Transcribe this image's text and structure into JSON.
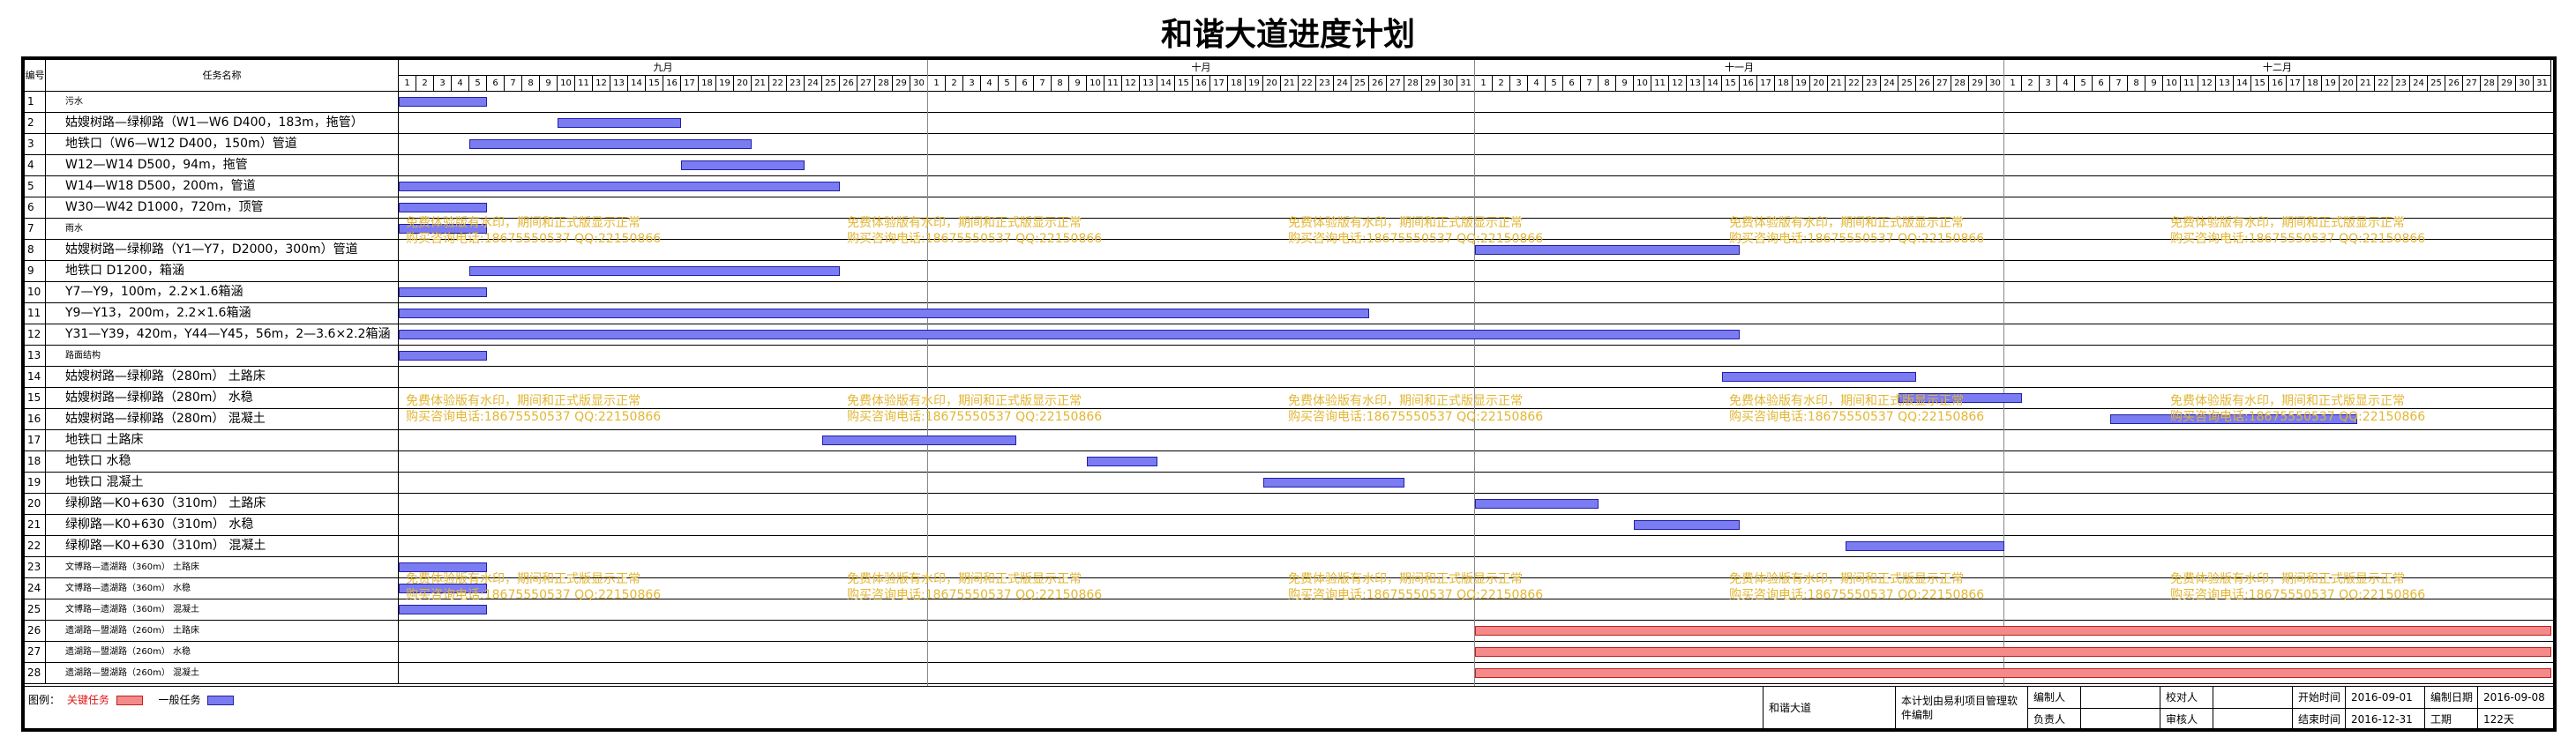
{
  "title": "和谐大道进度计划",
  "headers": {
    "num": "编号",
    "name": "任务名称"
  },
  "months": [
    {
      "label": "九月",
      "days": 30
    },
    {
      "label": "十月",
      "days": 31
    },
    {
      "label": "十一月",
      "days": 30
    },
    {
      "label": "十二月",
      "days": 31
    }
  ],
  "tasks": [
    {
      "num": "1",
      "name": "污水",
      "small": true,
      "bars": [
        [
          1,
          5,
          "normal"
        ]
      ]
    },
    {
      "num": "2",
      "name": "姑嫂树路—绿柳路（W1—W6 D400，183m，拖管）",
      "bars": [
        [
          10,
          16,
          "normal"
        ]
      ]
    },
    {
      "num": "3",
      "name": "地铁口（W6—W12 D400，150m）管道",
      "bars": [
        [
          5,
          20,
          "normal"
        ]
      ]
    },
    {
      "num": "4",
      "name": "W12—W14 D500，94m，拖管",
      "bars": [
        [
          17,
          23,
          "normal"
        ]
      ]
    },
    {
      "num": "5",
      "name": "W14—W18 D500，200m，管道",
      "bars": [
        [
          1,
          25,
          "normal"
        ]
      ]
    },
    {
      "num": "6",
      "name": "W30—W42 D1000，720m，顶管",
      "bars": [
        [
          1,
          5,
          "normal"
        ]
      ]
    },
    {
      "num": "7",
      "name": "雨水",
      "small": true,
      "bars": [
        [
          1,
          5,
          "normal"
        ]
      ]
    },
    {
      "num": "8",
      "name": "姑嫂树路—绿柳路（Y1—Y7，D2000，300m）管道",
      "bars": [
        [
          62,
          76,
          "normal"
        ]
      ]
    },
    {
      "num": "9",
      "name": "地铁口 D1200，箱涵",
      "bars": [
        [
          5,
          25,
          "normal"
        ]
      ]
    },
    {
      "num": "10",
      "name": "Y7—Y9，100m，2.2×1.6箱涵",
      "bars": [
        [
          1,
          5,
          "normal"
        ]
      ]
    },
    {
      "num": "11",
      "name": "Y9—Y13，200m，2.2×1.6箱涵",
      "bars": [
        [
          1,
          55,
          "normal"
        ]
      ]
    },
    {
      "num": "12",
      "name": "Y31—Y39，420m，Y44—Y45，56m，2—3.6×2.2箱涵",
      "bars": [
        [
          1,
          76,
          "normal"
        ]
      ]
    },
    {
      "num": "13",
      "name": "路面结构",
      "small": true,
      "bars": [
        [
          1,
          5,
          "normal"
        ]
      ]
    },
    {
      "num": "14",
      "name": "姑嫂树路—绿柳路（280m） 土路床",
      "bars": [
        [
          76,
          86,
          "normal"
        ]
      ]
    },
    {
      "num": "15",
      "name": "姑嫂树路—绿柳路（280m） 水稳",
      "bars": [
        [
          86,
          92,
          "normal"
        ]
      ]
    },
    {
      "num": "16",
      "name": "姑嫂树路—绿柳路（280m） 混凝土",
      "bars": [
        [
          98,
          111,
          "normal"
        ]
      ]
    },
    {
      "num": "17",
      "name": "地铁口 土路床",
      "bars": [
        [
          25,
          35,
          "normal"
        ]
      ]
    },
    {
      "num": "18",
      "name": "地铁口 水稳",
      "bars": [
        [
          40,
          43,
          "normal"
        ]
      ]
    },
    {
      "num": "19",
      "name": "地铁口 混凝土",
      "bars": [
        [
          50,
          57,
          "normal"
        ]
      ]
    },
    {
      "num": "20",
      "name": "绿柳路—K0+630（310m） 土路床",
      "bars": [
        [
          62,
          68,
          "normal"
        ]
      ]
    },
    {
      "num": "21",
      "name": "绿柳路—K0+630（310m） 水稳",
      "bars": [
        [
          71,
          76,
          "normal"
        ]
      ]
    },
    {
      "num": "22",
      "name": "绿柳路—K0+630（310m） 混凝土",
      "bars": [
        [
          83,
          91,
          "normal"
        ]
      ]
    },
    {
      "num": "23",
      "name": "文博路—遗湖路（360m） 土路床",
      "small": true,
      "bars": [
        [
          1,
          5,
          "normal"
        ]
      ]
    },
    {
      "num": "24",
      "name": "文博路—遗湖路（360m） 水稳",
      "small": true,
      "bars": [
        [
          1,
          5,
          "normal"
        ]
      ]
    },
    {
      "num": "25",
      "name": "文博路—遗湖路（360m） 混凝土",
      "small": true,
      "bars": [
        [
          1,
          5,
          "normal"
        ]
      ]
    },
    {
      "num": "26",
      "name": "遗湖路—盟湖路（260m） 土路床",
      "small": true,
      "bars": [
        [
          62,
          122,
          "critical"
        ]
      ]
    },
    {
      "num": "27",
      "name": "遗湖路—盟湖路（260m） 水稳",
      "small": true,
      "bars": [
        [
          62,
          122,
          "critical"
        ]
      ]
    },
    {
      "num": "28",
      "name": "遗湖路—盟湖路（260m） 混凝土",
      "small": true,
      "bars": [
        [
          62,
          122,
          "critical"
        ]
      ]
    }
  ],
  "watermark": {
    "line1": "免费体验版有水印，期间和正式版显示正常",
    "line2": "购买咨询电话:18675550537 QQ:22150866"
  },
  "legend": {
    "label": "图例：",
    "critical": "关键任务",
    "normal": "一般任务"
  },
  "footer": {
    "project": "和谐大道",
    "software": "本计划由易利项目管理软件编制",
    "compiler_label": "编制人",
    "checker_label": "校对人",
    "leader_label": "负责人",
    "reviewer_label": "审核人",
    "start_label": "开始时间",
    "start_value": "2016-09-01",
    "end_label": "结束时间",
    "end_value": "2016-12-31",
    "made_label": "编制日期",
    "made_value": "2016-09-08",
    "duration_label": "工期",
    "duration_value": "122天"
  },
  "colors": {
    "normal": "#7b7bf2",
    "critical": "#f48a8a",
    "watermark": "#e2b634"
  }
}
